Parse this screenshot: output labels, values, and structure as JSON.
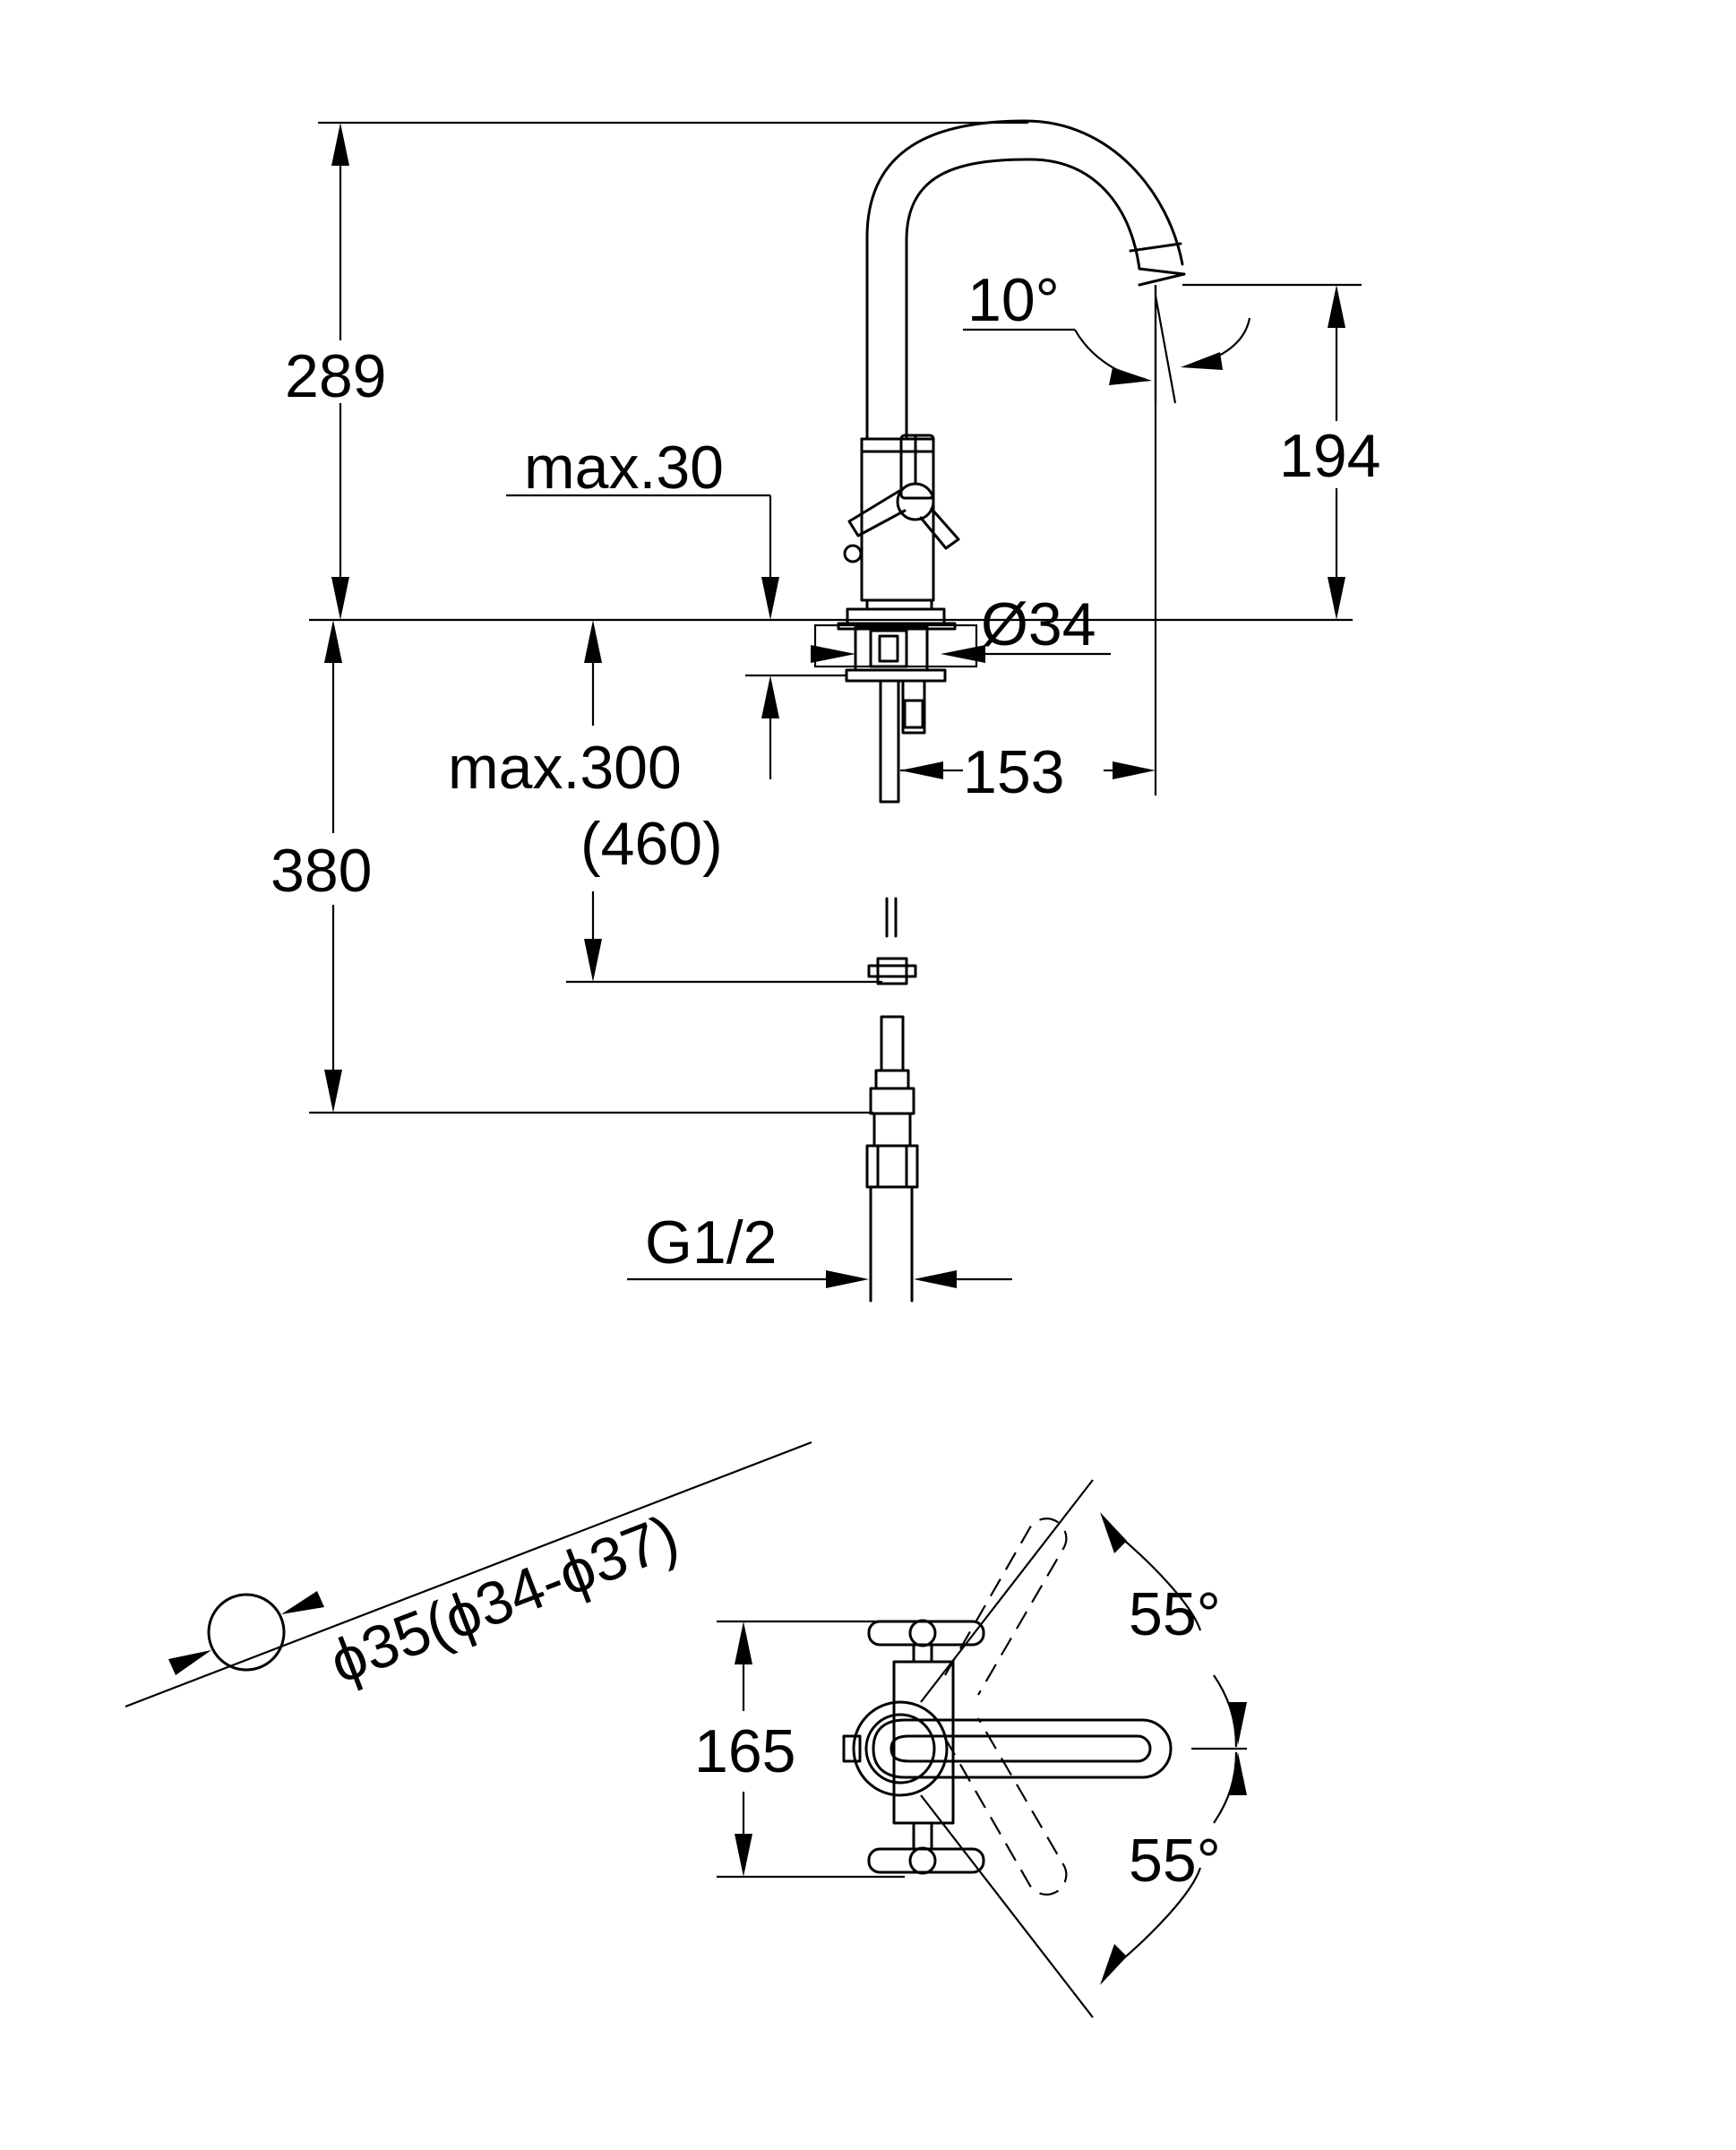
{
  "dimensions": {
    "height_total": "289",
    "max_30": "max.30",
    "spout_height": "194",
    "body_diameter": "Ø34",
    "reach": "153",
    "hose_max": "max.300",
    "hose_alt": "(460)",
    "supply_height": "380",
    "thread": "G1/2",
    "spout_angle": "10°",
    "hole_diameter": "ϕ35(ϕ34-ϕ37)",
    "handle_span": "165",
    "swivel_up": "55°",
    "swivel_down": "55°"
  },
  "colors": {
    "line": "#000000",
    "background": "#ffffff"
  }
}
